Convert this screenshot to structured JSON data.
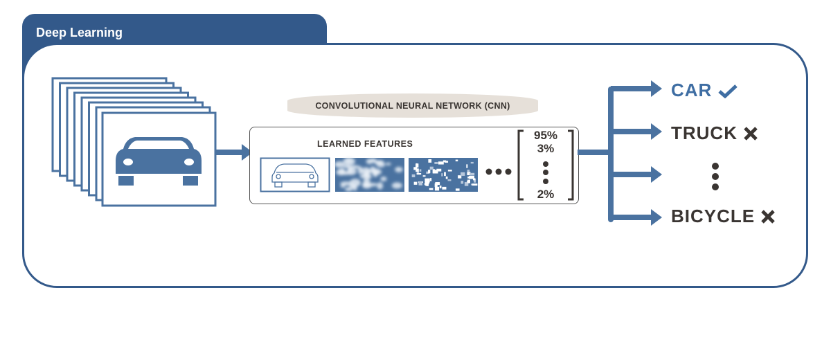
{
  "header": {
    "title": "Deep Learning"
  },
  "diagram": {
    "cnn_label": "CONVOLUTIONAL NEURAL NETWORK (CNN)",
    "features_label": "LEARNED FEATURES",
    "probabilities": [
      "95%",
      "3%",
      "2%"
    ],
    "classes": [
      {
        "label": "CAR",
        "result": "check-icon",
        "color": "#3f6ea3"
      },
      {
        "label": "TRUCK",
        "result": "x-icon",
        "color": "#3a3532"
      },
      {
        "label": "BICYCLE",
        "result": "x-icon",
        "color": "#3a3532"
      }
    ],
    "colors": {
      "brand": "#33598a",
      "accent": "#4a72a0",
      "text": "#3a3532",
      "pill": "#e6e0d9"
    }
  }
}
